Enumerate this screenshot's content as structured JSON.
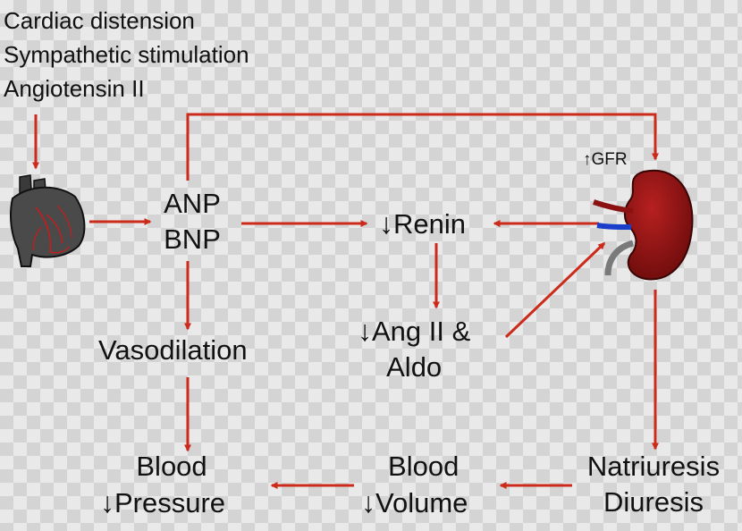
{
  "stimuli": [
    "Cardiac distension",
    "Sympathetic stimulation",
    "Angiotensin II"
  ],
  "anp": "ANP",
  "bnp": "BNP",
  "gfr": "GFR",
  "renin": "Renin",
  "ang_line1": "Ang II &",
  "ang_line2": "Aldo",
  "vasodilation": "Vasodilation",
  "bp_line1": "Blood",
  "bp_line2": "Pressure",
  "bv_line1": "Blood",
  "bv_line2": "Volume",
  "nat_line1": "Natriuresis",
  "nat_line2": "Diuresis",
  "down_symbol": "↓",
  "up_symbol": "↑",
  "colors": {
    "arrow": "#cc2a1a",
    "kidney": "#8b1111",
    "vein": "#1a3ec9",
    "ureter": "#7a7a7a"
  }
}
